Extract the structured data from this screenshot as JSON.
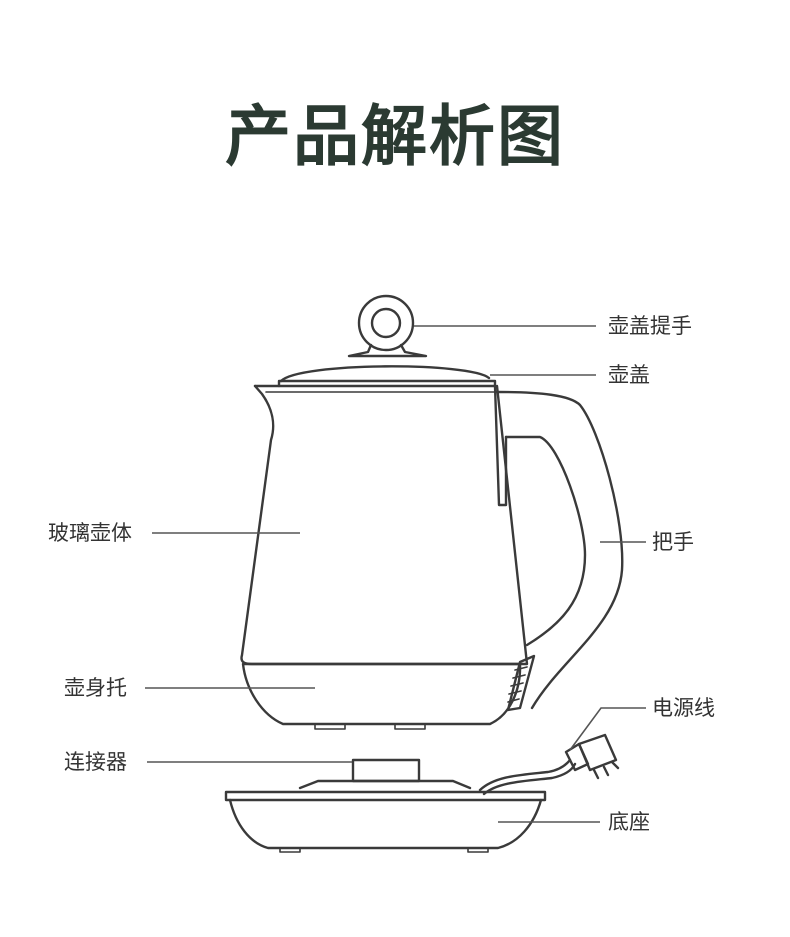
{
  "title": "产品解析图",
  "colors": {
    "title": "#2b3a32",
    "label": "#333333",
    "line": "#3a3a3a"
  },
  "labels": {
    "lid_handle": "壶盖提手",
    "lid": "壶盖",
    "glass_body": "玻璃壶体",
    "handle": "把手",
    "body_base": "壶身托",
    "power_cord": "电源线",
    "connector": "连接器",
    "base": "底座"
  }
}
